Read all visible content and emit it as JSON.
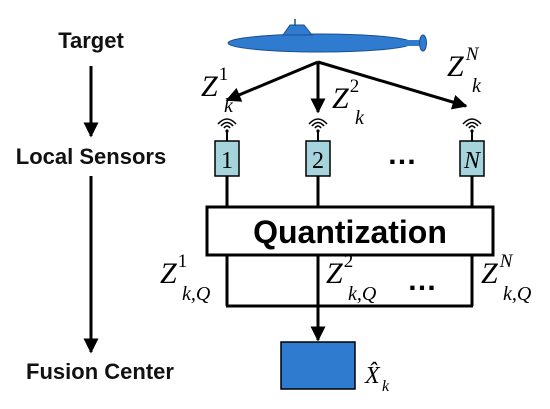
{
  "stages": {
    "target": "Target",
    "local_sensors": "Local Sensors",
    "fusion_center": "Fusion Center"
  },
  "measurements": {
    "symbol": "Z",
    "subscript": "k",
    "sup_1": "1",
    "sup_2": "2",
    "sup_n": "N",
    "ellipsis": "…"
  },
  "sensors": {
    "label_1": "1",
    "label_2": "2",
    "label_n": "N",
    "ellipsis": "…"
  },
  "quantization": {
    "label": "Quantization"
  },
  "quantized": {
    "symbol": "Z",
    "subscript": "k,Q",
    "sup_1": "1",
    "sup_2": "2",
    "sup_n": "N",
    "ellipsis": "…"
  },
  "estimate": {
    "symbol": "X̂",
    "subscript": "k"
  },
  "colors": {
    "submarine": "#2e7bd0",
    "sensor_fill": "#a6d4dc",
    "fusion_fill": "#2e7bd0",
    "line": "#000000"
  },
  "icons": {
    "target": "submarine-icon",
    "sensor_signal": "wireless-signal-icon"
  }
}
